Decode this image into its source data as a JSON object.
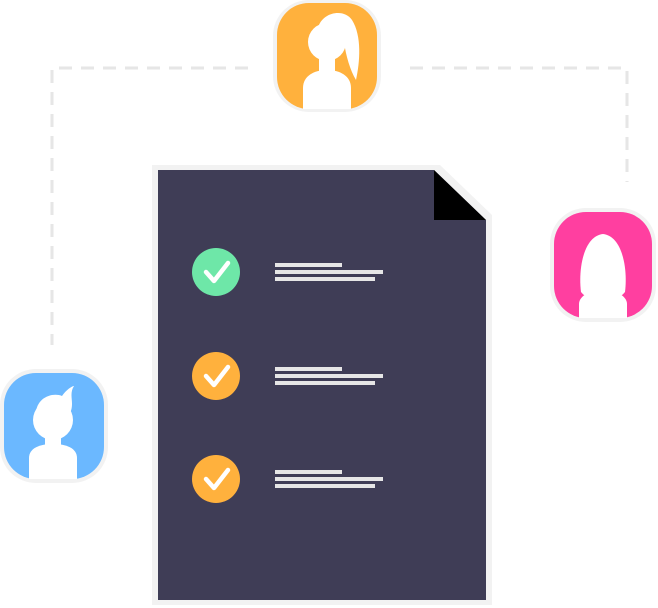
{
  "colors": {
    "document": "#3f3d56",
    "document_fold": "#000000",
    "connector": "#e6e6e6",
    "check_green": "#6ee7a8",
    "check_orange": "#ffb13d",
    "check_mark": "#ffffff",
    "text_line": "#e6e6e6",
    "avatar_top": "#ffb13d",
    "avatar_right": "#ff3fa0",
    "avatar_left": "#6bb8ff",
    "avatar_silhouette": "#ffffff"
  },
  "avatars": [
    {
      "name": "avatar-top",
      "icon": "woman-ponytail-icon",
      "color_key": "avatar_top"
    },
    {
      "name": "avatar-right",
      "icon": "woman-icon",
      "color_key": "avatar_right"
    },
    {
      "name": "avatar-left",
      "icon": "man-icon",
      "color_key": "avatar_left"
    }
  ],
  "checklist": [
    {
      "status": "done",
      "color_key": "check_green"
    },
    {
      "status": "done",
      "color_key": "check_orange"
    },
    {
      "status": "done",
      "color_key": "check_orange"
    }
  ]
}
